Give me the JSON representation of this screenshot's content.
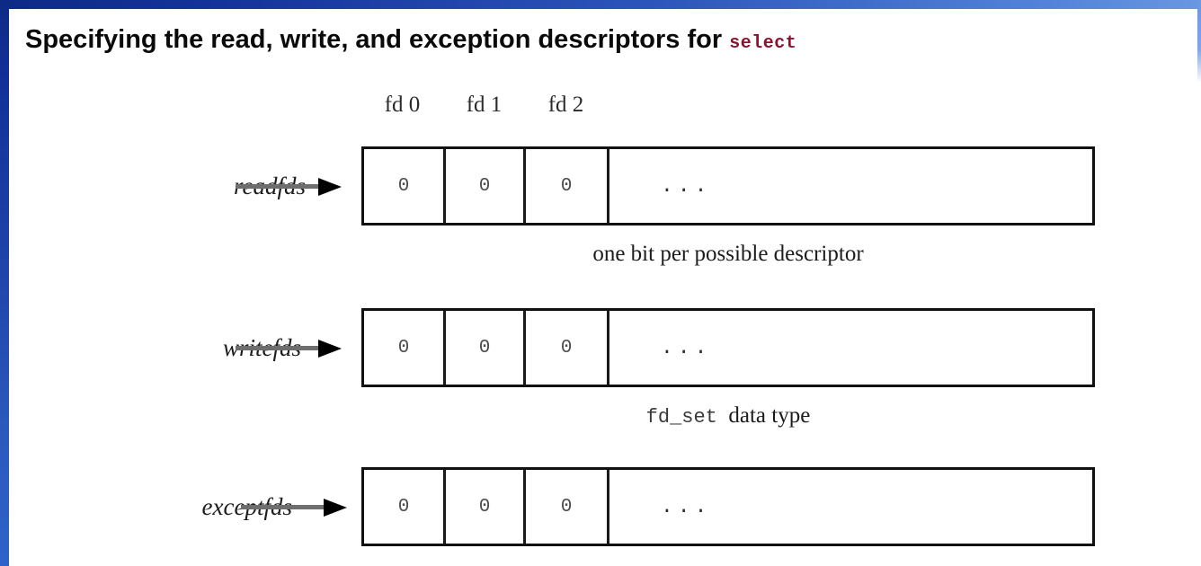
{
  "slide": {
    "title_main": "Specifying the read, write, and exception descriptors for",
    "title_code": "select"
  },
  "frame": {
    "accent_dark": "#0e2a86",
    "accent_light": "#6a97e2"
  },
  "diagram": {
    "column_headers": [
      "fd 0",
      "fd 1",
      "fd 2"
    ],
    "rows": [
      {
        "label": "readfds",
        "cells": [
          "0",
          "0",
          "0"
        ],
        "overflow": "..."
      },
      {
        "label": "writefds",
        "cells": [
          "0",
          "0",
          "0"
        ],
        "overflow": "..."
      },
      {
        "label": "exceptfds",
        "cells": [
          "0",
          "0",
          "0"
        ],
        "overflow": "..."
      }
    ],
    "annotations": [
      {
        "text": "one bit per possible descriptor",
        "code": "",
        "suffix": ""
      },
      {
        "text": "",
        "code": "fd_set",
        "suffix": "data type"
      }
    ]
  }
}
